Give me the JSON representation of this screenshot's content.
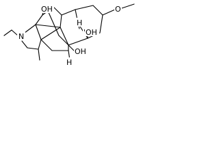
{
  "molecule": {
    "labels": {
      "n": "N",
      "oh_top": "OH",
      "h_mid": "H",
      "oh_mid": "'OH",
      "oh_bottom": "OH",
      "h_bottom": "H",
      "o_methoxy": "O"
    }
  }
}
